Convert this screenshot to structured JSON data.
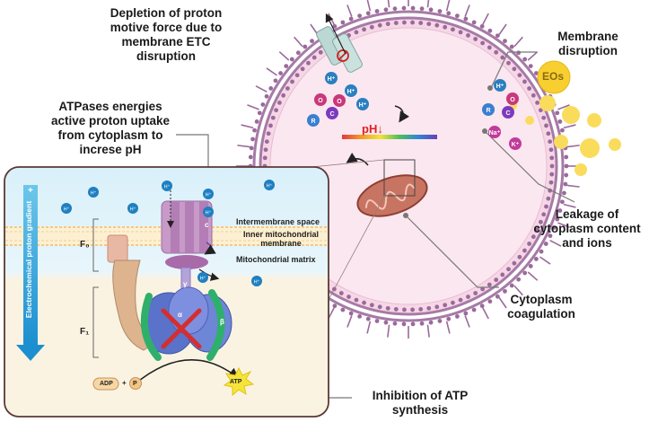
{
  "labels": {
    "depletion": [
      "Depletion of proton",
      "motive force due to",
      "membrane ETC",
      "disruption"
    ],
    "membrane_disruption": [
      "Membrane",
      "disruption"
    ],
    "atpases": [
      "ATPases energies",
      "active proton uptake",
      "from cytoplasm to",
      "increse pH"
    ],
    "leakage": [
      "Leakage of",
      "cytoplasm content",
      "and ions"
    ],
    "coagulation": [
      "Cytoplasm",
      "coagulation"
    ],
    "inhibition": [
      "Inhibition of ATP",
      "synthesis"
    ]
  },
  "inset": {
    "gradient_label": "Electrochemical proton gradient",
    "plus": "+",
    "intermembrane_space": "Intermembrane space",
    "inner_membrane": [
      "Inner mitochondrial",
      "membrane"
    ],
    "matrix": "Mitochondrial matrix",
    "f0": "F₀",
    "f1": "F₁",
    "c_subunit": "c",
    "gamma": "γ",
    "alpha": "α",
    "beta": "β",
    "adp": "ADP",
    "plus_sign": "+",
    "p": "P",
    "atp": "ATP",
    "h_plus": "H⁺"
  },
  "cell": {
    "ph": "pH↓",
    "eos": "EOs",
    "ions": {
      "r": "R",
      "c": "C",
      "o": "O",
      "h": "H⁺",
      "na": "Na⁺",
      "k": "K⁺"
    }
  },
  "colors": {
    "membrane": "#9a6a9a",
    "cytoplasm": "#f9e3ee",
    "inset_top": "#dff2fa",
    "inset_bottom": "#fbf3e2",
    "proton": "#1e7fc2",
    "arrow": "#2b8fd0",
    "eos": "#f6cf2a"
  }
}
